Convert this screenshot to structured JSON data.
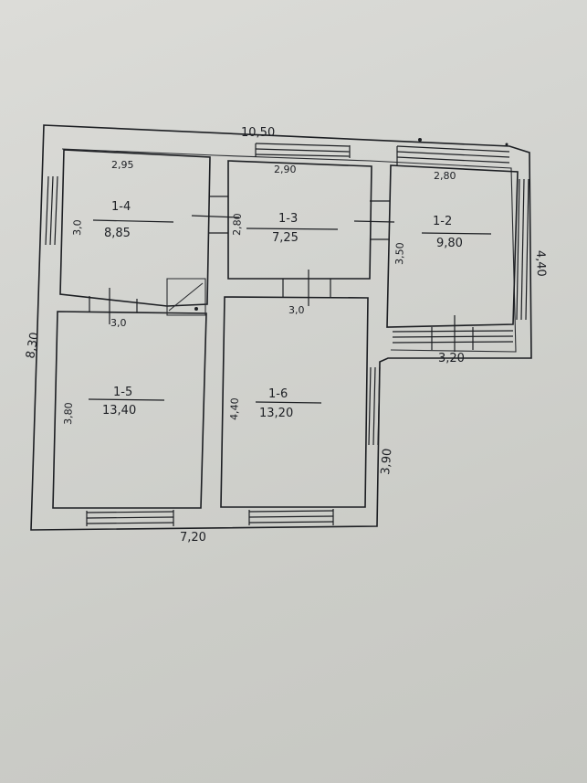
{
  "dimensions": {
    "top_total": "10,50",
    "left_total": "8,30",
    "bottom_total": "7,20",
    "right_upper": "4,40",
    "right_lower": "3,90",
    "bottom_right_step": "3,20"
  },
  "rooms": [
    {
      "id": "1-4",
      "area": "8,85",
      "top_dim": "2,95",
      "side_dim": "3,0",
      "bottom_dim": "3,0"
    },
    {
      "id": "1-3",
      "area": "7,25",
      "top_dim": "2,90",
      "side_dim": "2,80",
      "bottom_dim": "3,0"
    },
    {
      "id": "1-2",
      "area": "9,80",
      "top_dim": "2,80",
      "side_dim": "3,50"
    },
    {
      "id": "1-5",
      "area": "13,40",
      "side_dim": "3,80"
    },
    {
      "id": "1-6",
      "area": "13,20",
      "side_dim": "4,40"
    }
  ],
  "colors": {
    "paper": "#d6d7d3",
    "ink": "#1c1e22"
  }
}
